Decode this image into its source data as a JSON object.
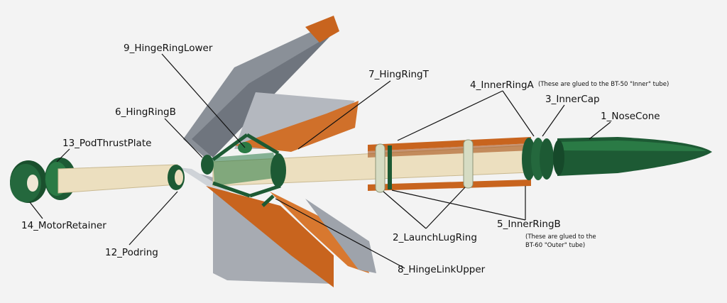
{
  "labels": {
    "nose_cone": "1_NoseCone",
    "launch_lug_ring": "2_LaunchLugRing",
    "inner_cap": "3_InnerCap",
    "inner_ring_a": "4_InnerRingA",
    "inner_ring_a_note": "(These are glued to the BT-50 \"Inner\" tube)",
    "inner_ring_b": "5_InnerRingB",
    "inner_ring_b_note_1": "(These are glued to the",
    "inner_ring_b_note_2": "BT-60 \"Outer\" tube)",
    "hinge_ring_b": "6_HingRingB",
    "hinge_ring_t": "7_HingRingT",
    "hinge_link_upper": "8_HingeLinkUpper",
    "hinge_ring_lower": "9_HingeRingLower",
    "podring": "12_Podring",
    "pod_thrust_plate": "13_PodThrustPlate",
    "motor_retainer": "14_MotorRetainer"
  },
  "colors": {
    "background": "#f3f3f3",
    "dark_green": "#1d5a34",
    "mid_green": "#2a7a45",
    "tube_tan": "#ecdfbf",
    "orange": "#c8641e",
    "orange_light": "#e38a3e",
    "fin_grey": "#9ea3ab",
    "fin_dark": "#6f757e",
    "lug_ring": "#d6dcc3"
  }
}
